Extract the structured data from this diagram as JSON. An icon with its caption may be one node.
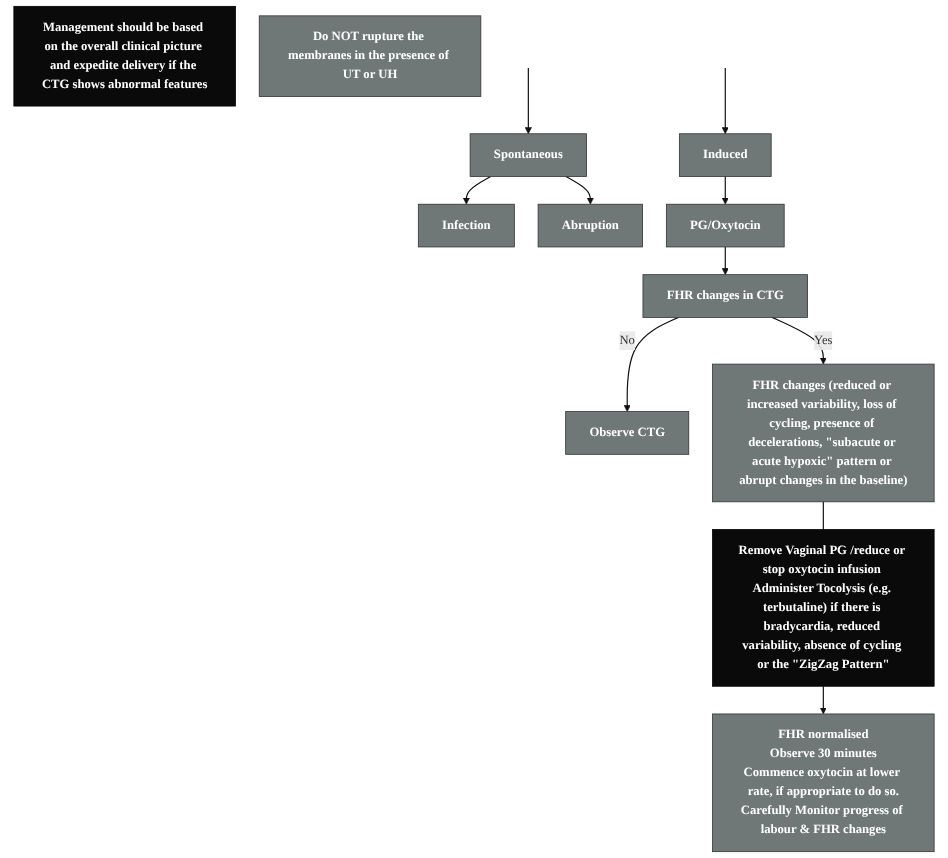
{
  "diagram": {
    "nodes": [
      {
        "text": [
          "Spontaneous"
        ]
      },
      {
        "text": [
          "Induced"
        ]
      },
      {
        "text": [
          "Infection"
        ]
      },
      {
        "text": [
          "Abruption"
        ]
      },
      {
        "text": [
          "Management should be based on the overall clinical picture and expedite delivery if the CTG shows abnormal features"
        ]
      },
      {
        "text": [
          "PG/Oxytocin"
        ]
      },
      {
        "text": [
          "FHR changes in CTG"
        ]
      },
      {
        "text": [
          "Observe CTG"
        ]
      },
      {
        "text": [
          "Do NOT rupture the membranes in the presence of UT or UH"
        ]
      },
      {
        "text": [
          "FHR changes (reduced or increased variability, loss of cycling, presence of decelerations, \"subacute or acute hypoxic\" pattern or abrupt changes in the baseline)"
        ]
      },
      {
        "text": [
          "Remove Vaginal PG /reduce or stop oxytocin infusion Administer Tocolysis (e.g. terbutaline) if there is bradycardia, reduced variability, absence of cycling or the \"ZigZag Pattern\""
        ]
      },
      {
        "text": [
          "FHR normalised",
          "Observe 30 minutes",
          "Commence oxytocin at lower rate, if appropriate to do so.",
          "Carefully Monitor progress of labour & FHR changes"
        ]
      }
    ],
    "edges": [
      {
        "from": null,
        "to": 0,
        "arrow": "to"
      },
      {
        "from": null,
        "to": 1,
        "arrow": "to"
      },
      {
        "from": 0,
        "to": 2,
        "arrow": "to"
      },
      {
        "from": 0,
        "to": 3,
        "arrow": "to"
      },
      {
        "from": 1,
        "to": 5,
        "arrow": "to"
      },
      {
        "from": 5,
        "to": 6,
        "arrow": "to"
      },
      {
        "from": 6,
        "to": 7,
        "arrow": "to",
        "label": "No"
      },
      {
        "from": 6,
        "to": 9,
        "arrow": "to",
        "label": "Yes"
      },
      {
        "from": 9,
        "to": 10,
        "arrow": "none"
      },
      {
        "from": 10,
        "to": 11,
        "arrow": "to"
      }
    ]
  }
}
